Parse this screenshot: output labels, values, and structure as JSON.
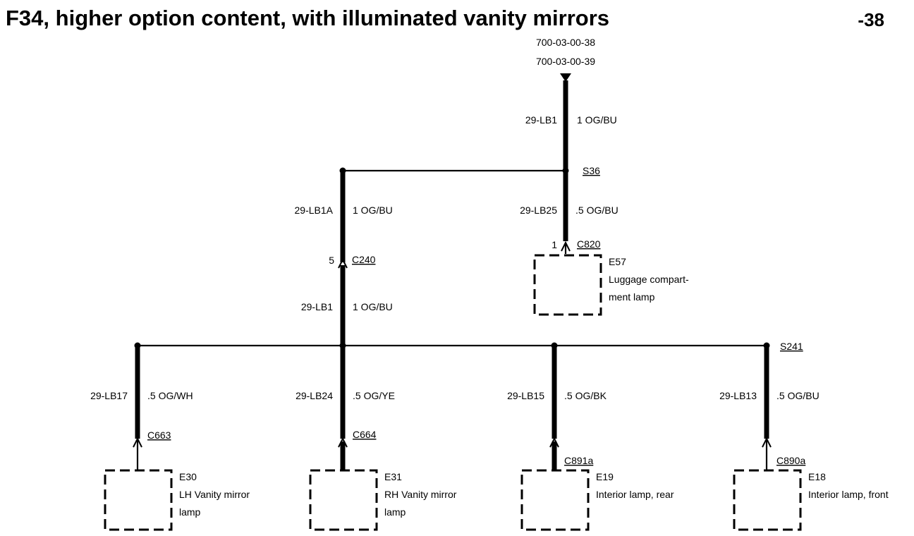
{
  "title": "F34, higher option content, with illuminated vanity mirrors",
  "page_ref": "-38",
  "refs": [
    "700-03-00-38",
    "700-03-00-39"
  ],
  "colors": {
    "ink": "#000000",
    "background": "#ffffff"
  },
  "top_wire": {
    "id": "29-LB1",
    "spec": "1 OG/BU"
  },
  "splice_upper": "S36",
  "splice_lower": "S241",
  "branch_left": {
    "wire_a": {
      "id": "29-LB1A",
      "spec": "1 OG/BU"
    },
    "pin": "5",
    "connector": "C240",
    "wire_b": {
      "id": "29-LB1",
      "spec": "1 OG/BU"
    }
  },
  "branch_right": {
    "wire": {
      "id": "29-LB25",
      "spec": ".5 OG/BU"
    },
    "pin": "1",
    "connector": "C820",
    "component": {
      "id": "E57",
      "name_line1": "Luggage compart-",
      "name_line2": "ment lamp"
    }
  },
  "loads": [
    {
      "wire_id": "29-LB17",
      "spec": ".5 OG/WH",
      "connector": "C663",
      "component_id": "E30",
      "name_line1": "LH Vanity mirror",
      "name_line2": "lamp"
    },
    {
      "wire_id": "29-LB24",
      "spec": ".5 OG/YE",
      "connector": "C664",
      "component_id": "E31",
      "name_line1": "RH Vanity mirror",
      "name_line2": "lamp"
    },
    {
      "wire_id": "29-LB15",
      "spec": ".5 OG/BK",
      "connector": "C891a",
      "component_id": "E19",
      "name_line1": "Interior lamp, rear",
      "name_line2": ""
    },
    {
      "wire_id": "29-LB13",
      "spec": ".5 OG/BU",
      "connector": "C890a",
      "component_id": "E18",
      "name_line1": "Interior lamp, front",
      "name_line2": ""
    }
  ]
}
